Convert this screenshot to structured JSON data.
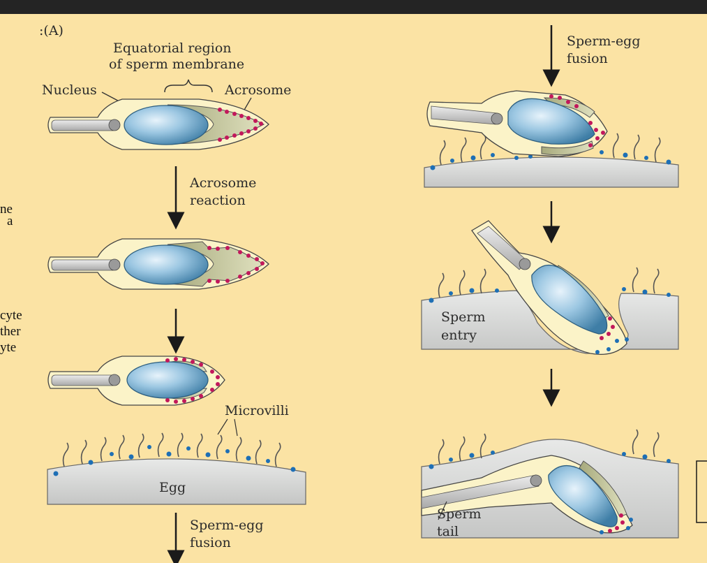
{
  "panel_label": ":(A)",
  "labels": {
    "equatorial_line1": "Equatorial region",
    "equatorial_line2": "of sperm membrane",
    "nucleus": "Nucleus",
    "acrosome": "Acrosome",
    "acrosome_reaction_line1": "Acrosome",
    "acrosome_reaction_line2": "reaction",
    "microvilli": "Microvilli",
    "egg": "Egg",
    "fusion_bottom_line1": "Sperm-egg",
    "fusion_bottom_line2": "fusion",
    "fusion_top_line1": "Sperm-egg",
    "fusion_top_line2": "fusion",
    "entry_line1": "Sperm",
    "entry_line2": "entry",
    "tail_line1": "Sperm",
    "tail_line2": "tail"
  },
  "side_text": [
    "ne",
    "a",
    "cyte",
    "ther",
    "yte"
  ],
  "colors": {
    "background": "#fbe3a4",
    "top_bar": "#242424",
    "nucleus": "#7fb2d2",
    "acrosome": "#c9cd9e",
    "egg": "#d8d9d8",
    "membrane_dot": "#c2185b",
    "microvilli_dot": "#1e6fb5"
  }
}
